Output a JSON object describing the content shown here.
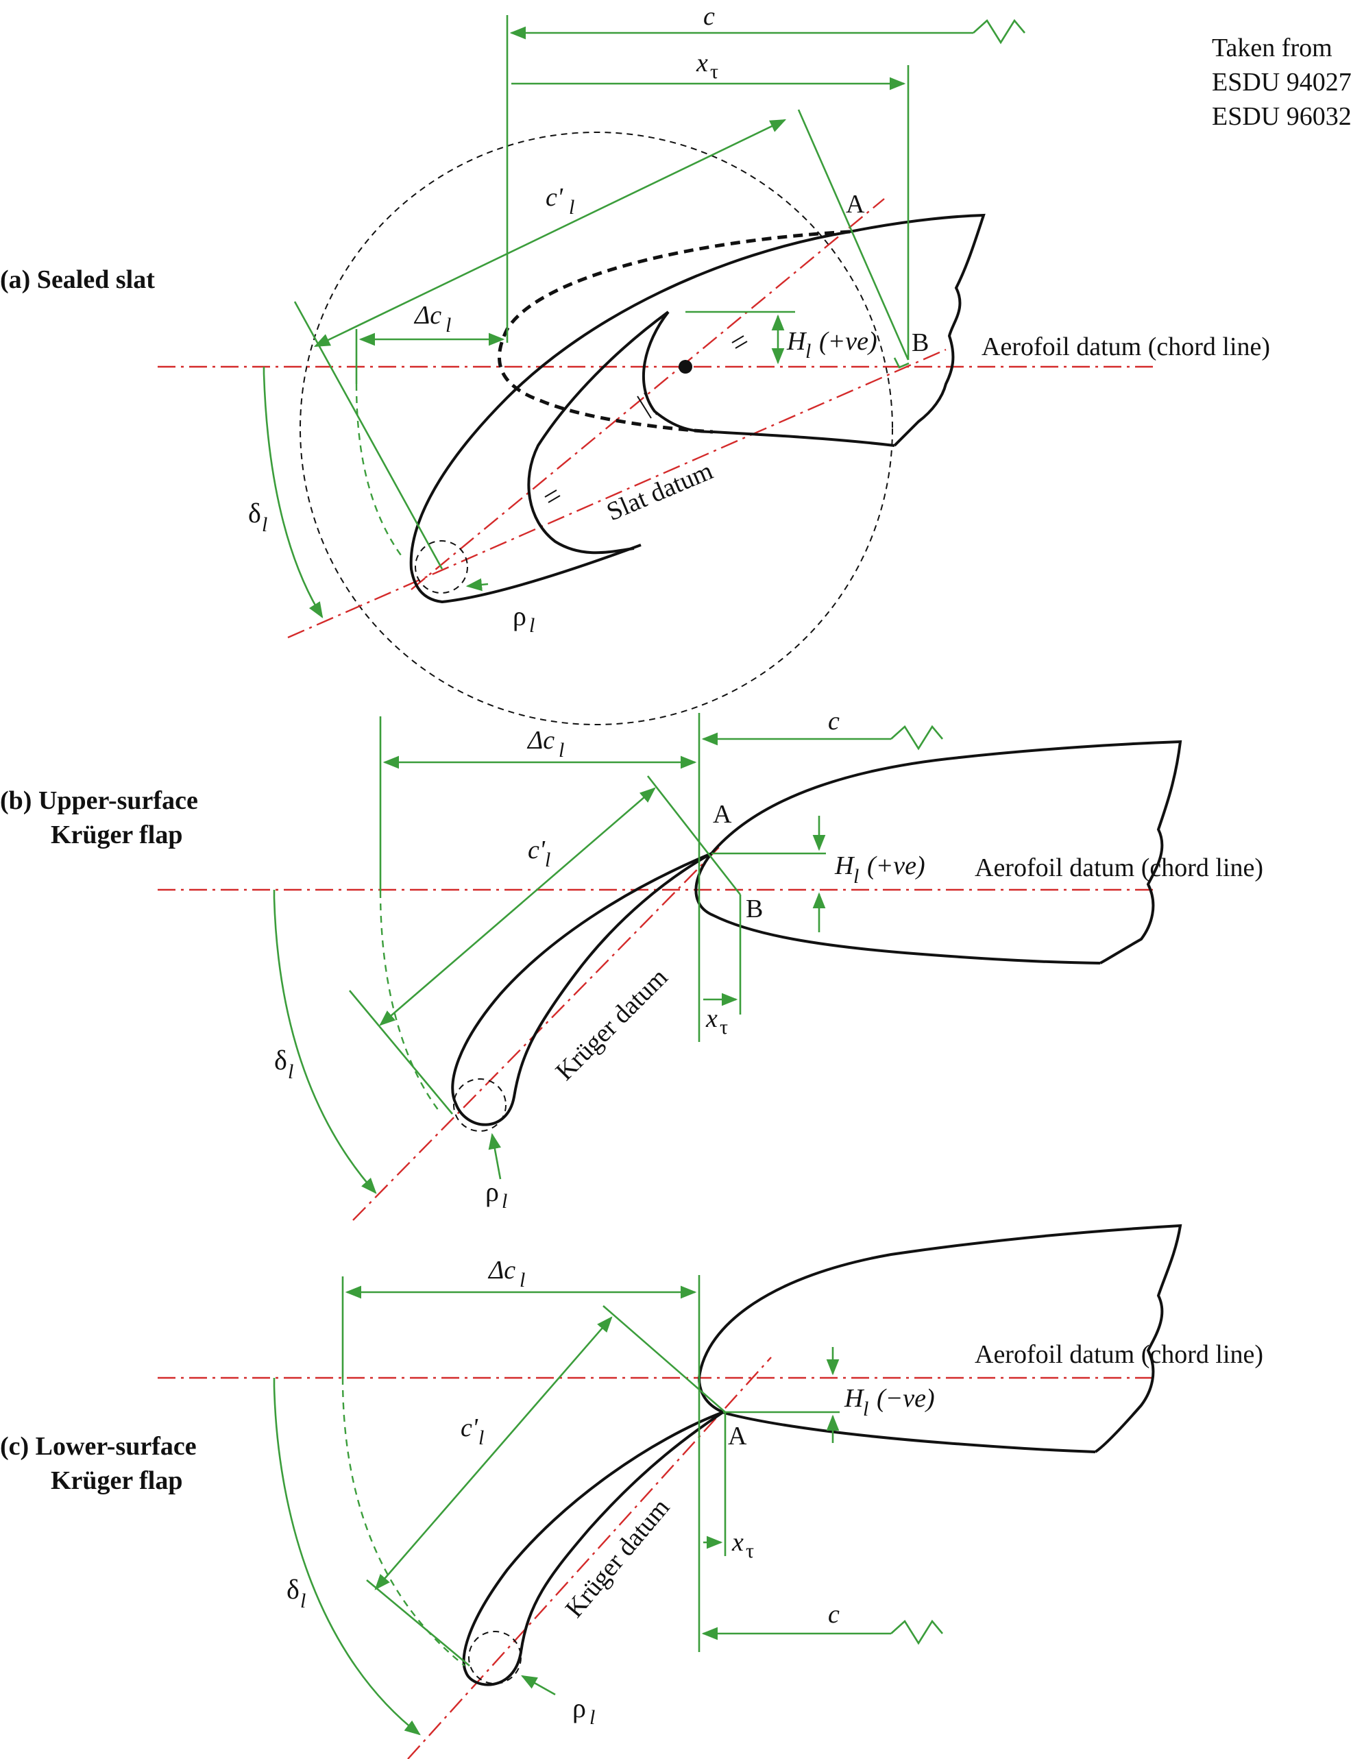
{
  "source_note": [
    "Taken from",
    "ESDU 94027",
    "ESDU 96032"
  ],
  "colors": {
    "dimension": "#3b9d3b",
    "datum": "#d42a2a",
    "outline": "#111111"
  },
  "panel_a": {
    "title": "(a)  Sealed slat",
    "c": "c",
    "x_tau": "x",
    "tau": "τ",
    "c_prime": "c'",
    "delta_c": "Δc",
    "sub_l": "l",
    "H": "H",
    "H_sign": "(+ve)",
    "point_A": "A",
    "point_B": "B",
    "aerofoil_datum": "Aerofoil datum (chord line)",
    "slat_datum": "Slat datum",
    "delta": "δ",
    "rho": "ρ"
  },
  "panel_b": {
    "title_line1": "(b)  Upper-surface",
    "title_line2": "Krüger flap",
    "c": "c",
    "delta_c": "Δc",
    "c_prime": "c'",
    "sub_l": "l",
    "H": "H",
    "H_sign": "(+ve)",
    "point_A": "A",
    "point_B": "B",
    "aerofoil_datum": "Aerofoil datum (chord line)",
    "kruger_datum": "Krüger datum",
    "x_tau": "x",
    "tau": "τ",
    "delta": "δ",
    "rho": "ρ"
  },
  "panel_c": {
    "title_line1": "(c)  Lower-surface",
    "title_line2": "Krüger flap",
    "c": "c",
    "delta_c": "Δc",
    "c_prime": "c'",
    "sub_l": "l",
    "H": "H",
    "H_sign": "(−ve)",
    "point_A": "A",
    "aerofoil_datum": "Aerofoil datum (chord line)",
    "kruger_datum": "Krüger datum",
    "x_tau": "x",
    "tau": "τ",
    "delta": "δ",
    "rho": "ρ"
  }
}
